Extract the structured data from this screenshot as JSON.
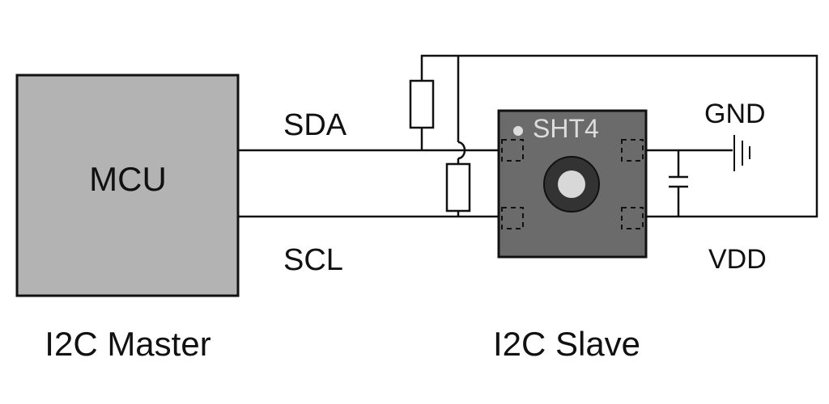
{
  "master": {
    "chip_label": "MCU",
    "caption": "I2C Master",
    "fill": "#b3b3b3"
  },
  "slave": {
    "chip_label": "SHT4",
    "caption": "I2C Slave",
    "fill": "#6b6b6b"
  },
  "signals": {
    "sda": "SDA",
    "scl": "SCL",
    "gnd": "GND",
    "vdd": "VDD"
  }
}
